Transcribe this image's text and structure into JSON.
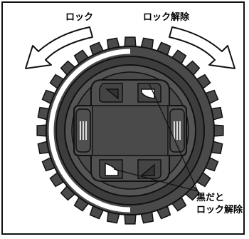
{
  "labels": {
    "lock": "ロック",
    "unlock": "ロック解除",
    "note_line1": "黒だと",
    "note_line2": "ロック解除"
  },
  "colors": {
    "dial_dark": "#3d3d3d",
    "dial_mid": "#5a5a5a",
    "inner": "#4a4a4a",
    "stroke": "#111111",
    "highlight": "#ffffff"
  },
  "icons": {
    "left_arrow": "curved-arrow-counterclockwise",
    "right_arrow": "curved-arrow-clockwise"
  }
}
